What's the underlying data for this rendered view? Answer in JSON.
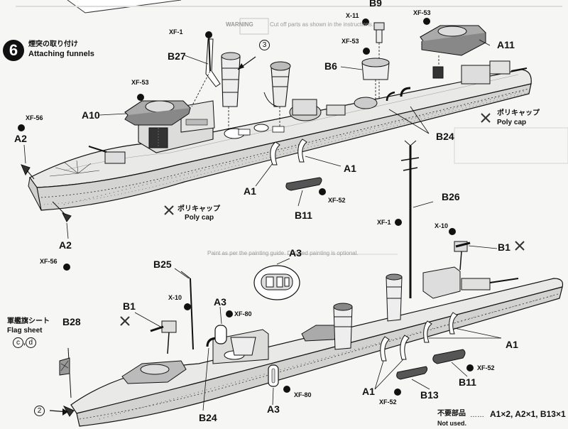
{
  "step": {
    "number": "6",
    "title_jp": "煙突の取り付け",
    "title_en": "Attaching funnels"
  },
  "bleed_text": {
    "warning_en": "WARNING",
    "top_en": "Cut off parts as shown in the instructions.",
    "mid_en": "Paint as per the painting guide. Detailed painting is optional."
  },
  "parts": {
    "xf1": "XF-1",
    "xf53": "XF-53",
    "xf56": "XF-56",
    "xf52": "XF-52",
    "xf80": "XF-80",
    "x10": "X-10",
    "x11": "X-11",
    "b9": "B9",
    "b27": "B27",
    "b6": "B6",
    "a11": "A11",
    "a10": "A10",
    "a2": "A2",
    "a1": "A1",
    "b24": "B24",
    "b11": "B11",
    "b26": "B26",
    "b1": "B1",
    "a3": "A3",
    "b25": "B25",
    "b28": "B28",
    "b13": "B13"
  },
  "arrows": {
    "circled_3": "3",
    "circled_2": "2"
  },
  "polycap": {
    "jp": "ポリキャップ",
    "en": "Poly cap"
  },
  "flag_sheet": {
    "jp": "軍艦旗シート",
    "en": "Flag sheet",
    "c": "c",
    "d": "d",
    "sep": ","
  },
  "not_used": {
    "jp": "不要部品",
    "en": "Not used.",
    "dots": "……",
    "list": "A1×2, A2×1, B13×1"
  }
}
